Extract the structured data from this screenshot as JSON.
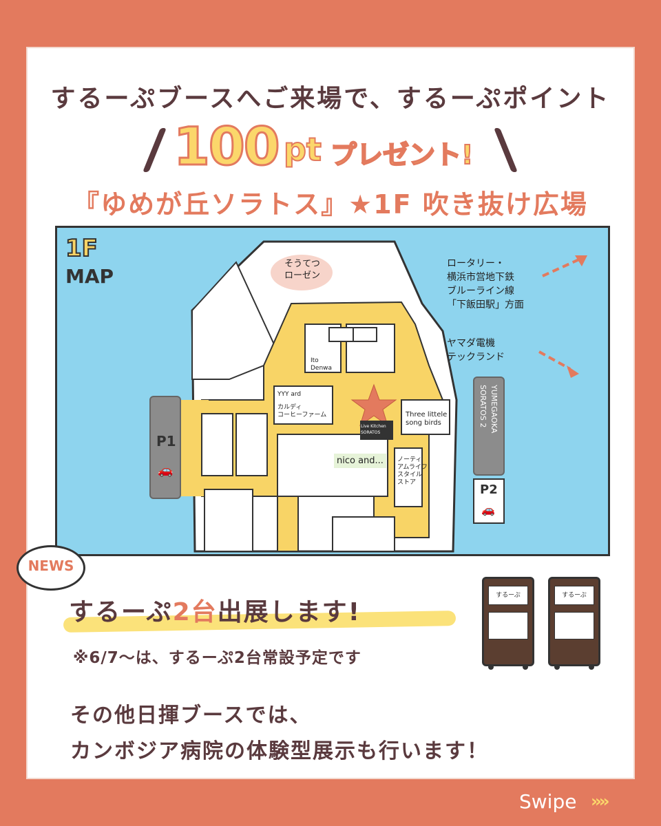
{
  "heading": {
    "line1": "するーぷブースへご来場で、するーぷポイント",
    "points": "100",
    "unit": "pt",
    "present": "プレゼント!",
    "location_name": "『ゆめが丘ソラトス』",
    "star": "★",
    "location_place": "1F 吹き抜け広場"
  },
  "map": {
    "title_floor": "1F",
    "title_map": "MAP",
    "labels": {
      "sotetsu_line1": "そうてつ",
      "sotetsu_line2": "ローゼン",
      "rotary_line1": "ロータリー・",
      "rotary_line2": "横浜市営地下鉄",
      "rotary_line3": "ブルーライン線",
      "rotary_line4": "「下飯田駅」方面",
      "yamada_line1": "ヤマダ電機",
      "yamada_line2": "テックランド",
      "ito_line1": "Ito",
      "ito_line2": "Denwa",
      "yyy": "YYY ard",
      "kaldi_line1": "カルディ",
      "kaldi_line2": "コーヒーファーム",
      "three_line1": "Three littele",
      "three_line2": "song birds",
      "live_line1": "Live Kitchen",
      "live_line2": "SORATOS",
      "nico": "nico and...",
      "noty_line1": "ノーティ",
      "noty_line2": "アムライフ",
      "noty_line3": "スタイル",
      "noty_line4": "ストア",
      "soratos2_line1": "YUMEGAOKA",
      "soratos2_line2": "SORATOS 2",
      "p1": "P1",
      "p2": "P2"
    }
  },
  "news": {
    "badge": "NEWS",
    "exhibit_pre": "するーぷ",
    "exhibit_hl": "2台",
    "exhibit_post": "出展します!",
    "note": "※6/7〜は、するーぷ2台常設予定です",
    "machine_label": "するーぷ"
  },
  "other": {
    "line1": "その他日揮ブースでは、",
    "line2": "カンボジア病院の体験型展示も行います！"
  },
  "footer": {
    "swipe": "Swipe",
    "arrows": "››››"
  },
  "colors": {
    "background": "#E37A5E",
    "accent_yellow": "#FBD76B",
    "text_dark": "#5A3A3E",
    "map_water": "#8ED4EE",
    "map_floor": "#F8D466"
  }
}
